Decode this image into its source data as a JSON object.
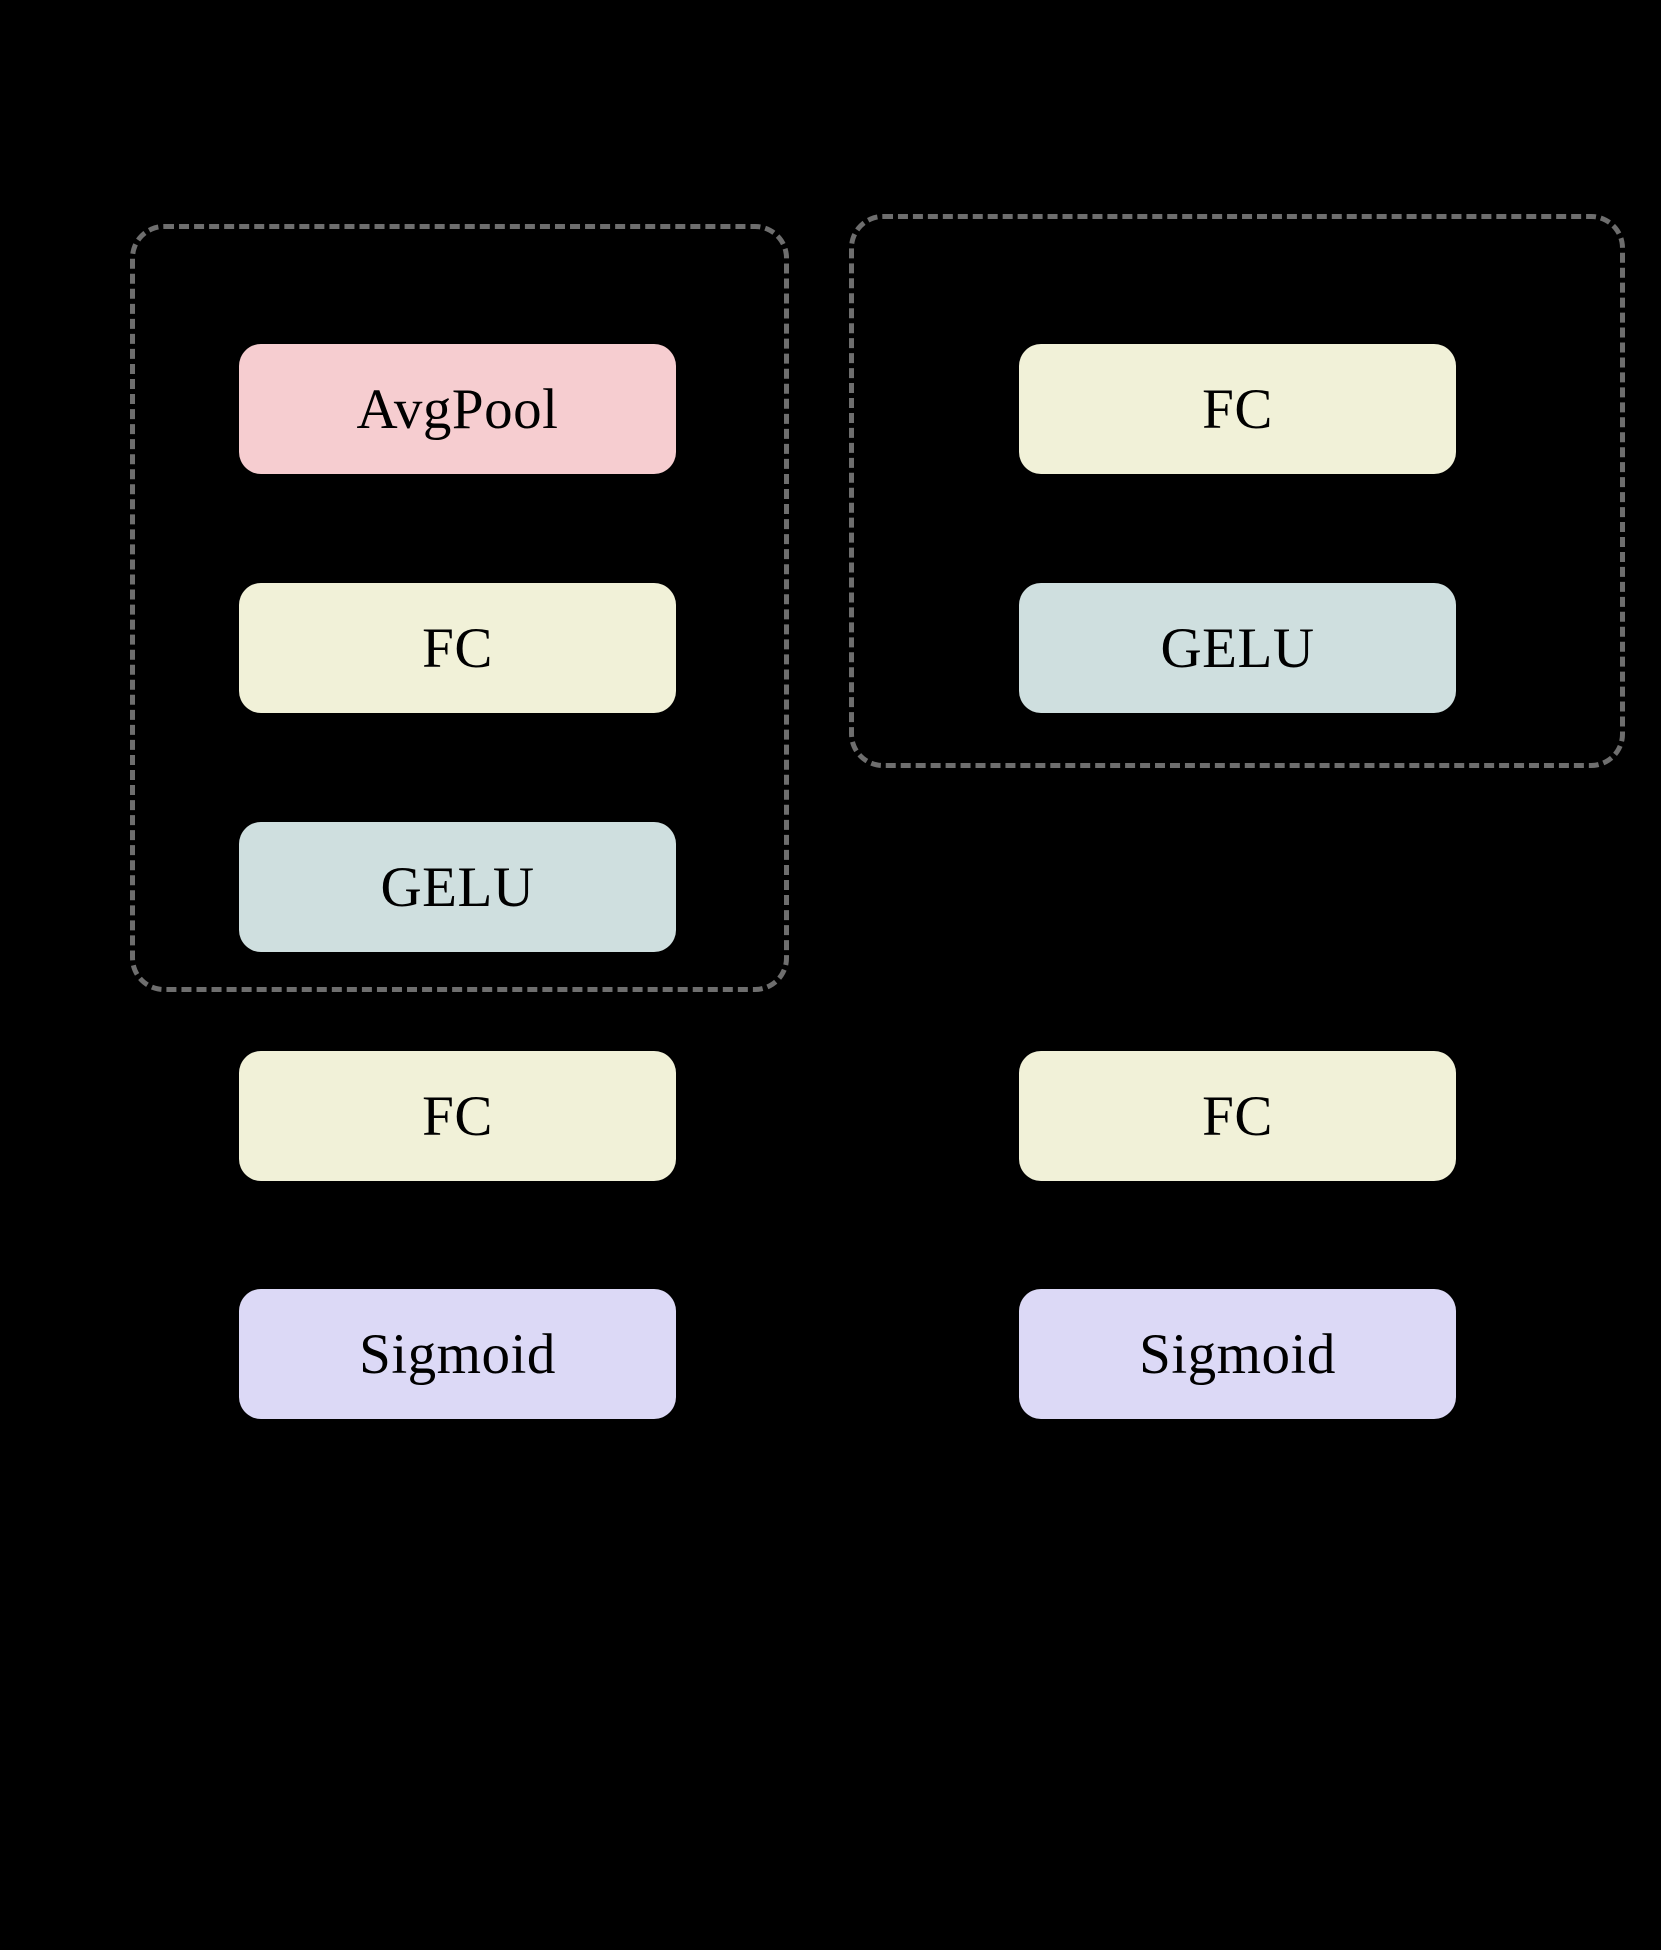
{
  "diagram": {
    "background_color": "#000000",
    "text_color": "#000000",
    "group_border_color": "#6e6e6e",
    "groups": [
      {
        "name": "left-group",
        "style": "dashed-rounded"
      },
      {
        "name": "right-group",
        "style": "dashed-rounded"
      }
    ],
    "columns": [
      {
        "name": "left-branch",
        "nodes": [
          {
            "label": "AvgPool",
            "color": "#f6cdd0",
            "in_group": true
          },
          {
            "label": "FC",
            "color": "#f1f1d8",
            "in_group": true
          },
          {
            "label": "GELU",
            "color": "#cfdfdf",
            "in_group": true
          },
          {
            "label": "FC",
            "color": "#f1f1d8",
            "in_group": false
          },
          {
            "label": "Sigmoid",
            "color": "#dcd9f6",
            "in_group": false
          }
        ]
      },
      {
        "name": "right-branch",
        "nodes": [
          {
            "label": "FC",
            "color": "#f1f1d8",
            "in_group": true
          },
          {
            "label": "GELU",
            "color": "#cfdfdf",
            "in_group": true
          },
          {
            "label": "FC",
            "color": "#f1f1d8",
            "in_group": false
          },
          {
            "label": "Sigmoid",
            "color": "#dcd9f6",
            "in_group": false
          }
        ]
      }
    ]
  }
}
